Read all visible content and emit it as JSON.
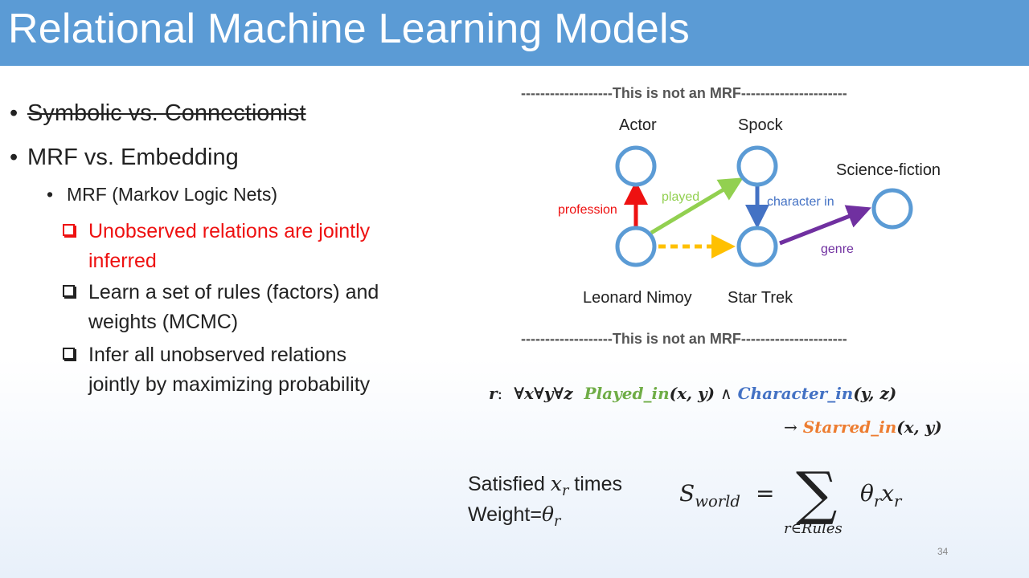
{
  "slide": {
    "title": "Relational Machine Learning Models",
    "page_number": "34"
  },
  "bullets": {
    "item1": "Symbolic vs. Connectionist",
    "item2": "MRF vs. Embedding",
    "sub1": "MRF (Markov Logic Nets)",
    "checks": [
      {
        "line1": "Unobserved relations are jointly",
        "line2": "inferred"
      },
      {
        "line1": "Learn a set of rules (factors) and",
        "line2": "weights (MCMC)"
      },
      {
        "line1": "Infer all unobserved relations",
        "line2": "jointly by maximizing probability"
      }
    ]
  },
  "graph": {
    "banner": "-------------------This is not an MRF----------------------",
    "nodes": {
      "actor": "Actor",
      "spock": "Spock",
      "scifi": "Science-fiction",
      "nimoy": "Leonard Nimoy",
      "startrek": "Star Trek"
    },
    "edges": {
      "profession": "profession",
      "played": "played",
      "character_in": "character in",
      "genre": "genre"
    },
    "colors": {
      "node": "#5b9bd5",
      "profession": "#ee1111",
      "played": "#92d050",
      "character_in": "#4472c4",
      "genre": "#7030a0",
      "inferred": "#ffc000"
    }
  },
  "rule": {
    "r": "r",
    "colon": ":",
    "quantifiers": "∀x∀y∀z",
    "played_in": "Played_in",
    "played_args": "(x, y)",
    "and": "∧",
    "character_in": "Character_in",
    "character_args": "(y, z)",
    "arrow": "→",
    "starred_in": "Starred_in",
    "starred_args": "(x, y)"
  },
  "score": {
    "satisfied_pre": "Satisfied",
    "satisfied_var": "x",
    "satisfied_sub": "r",
    "satisfied_post": "times",
    "weight_pre": "Weight=",
    "weight_var": "θ",
    "weight_sub": "r",
    "lhs_var": "S",
    "lhs_sub": "world",
    "equals": "=",
    "sum": "∑",
    "sum_index": "r∈Rules",
    "rhs_theta": "θ",
    "rhs_theta_sub": "r",
    "rhs_x": "x",
    "rhs_x_sub": "r"
  }
}
